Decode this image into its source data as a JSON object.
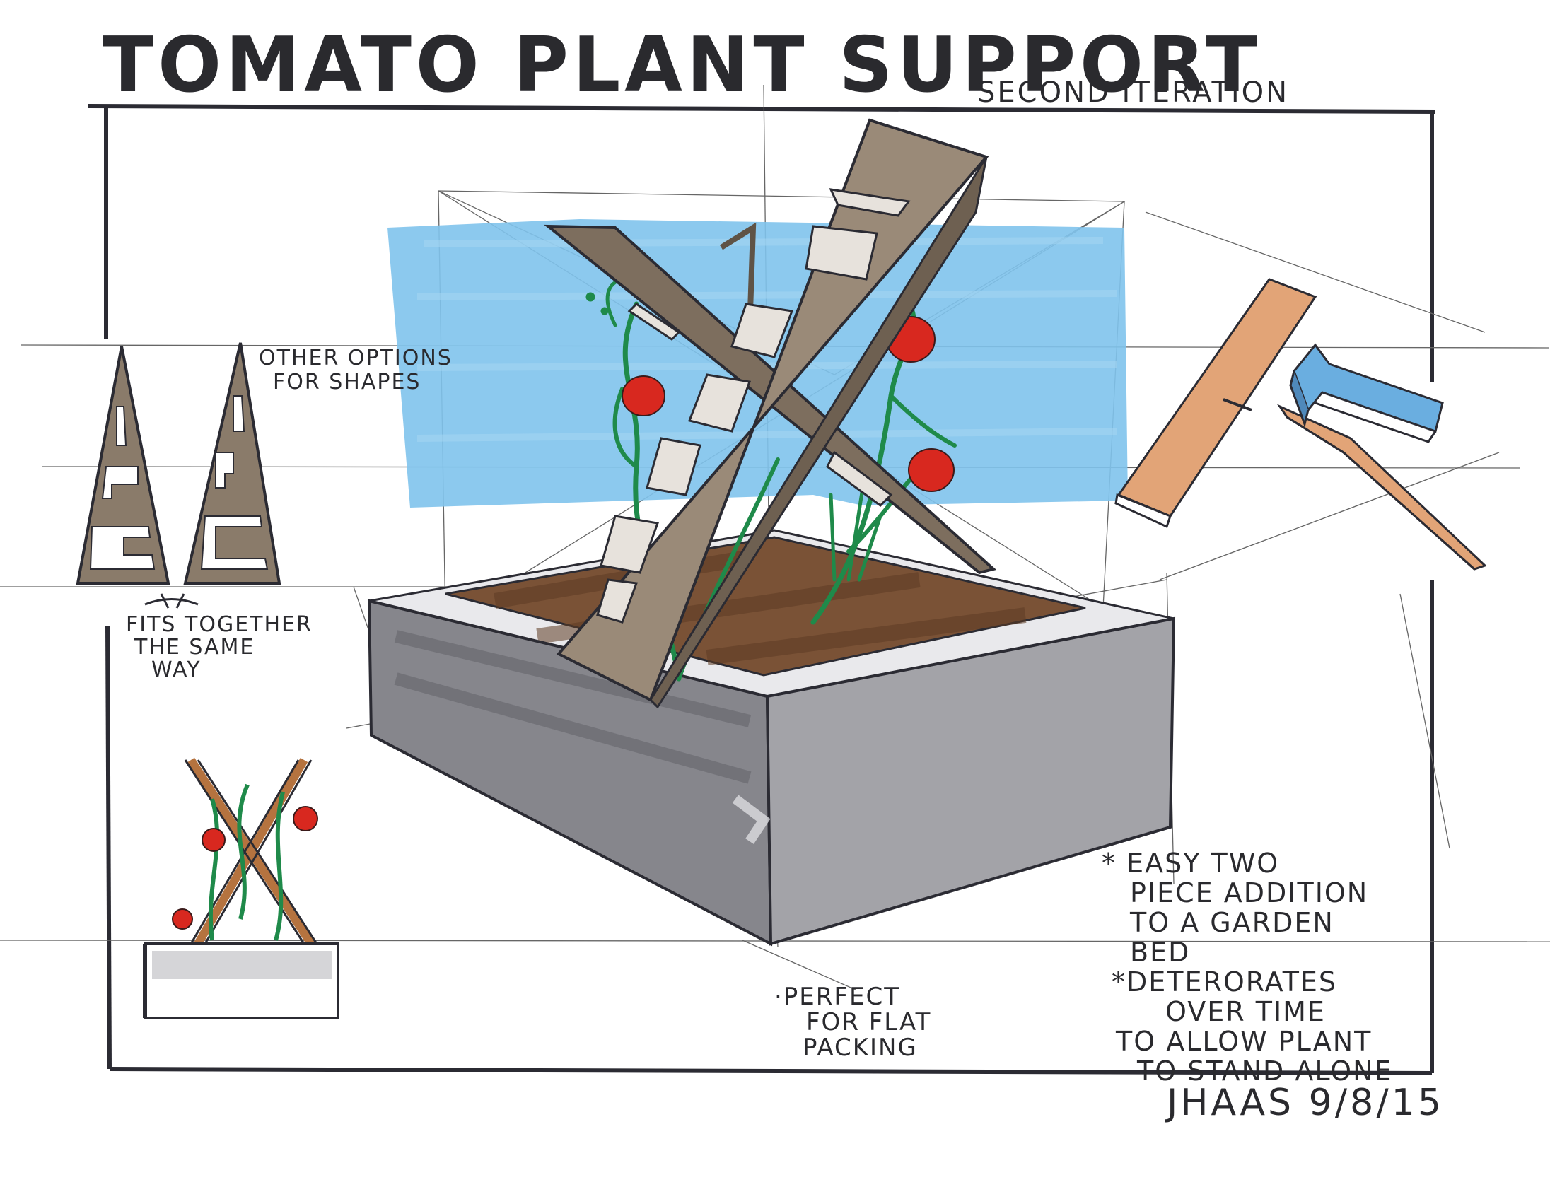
{
  "title": "TOMATO PLANT SUPPORT",
  "subtitle": "SECOND ITERATION",
  "notes": {
    "shapes_line1": "OTHER OPTIONS",
    "shapes_line2": "FOR SHAPES",
    "fits_line1": "FITS TOGETHER",
    "fits_line2": "THE SAME",
    "fits_line3": "WAY",
    "flat_line1": "·PERFECT",
    "flat_line2": "FOR FLAT",
    "flat_line3": "PACKING",
    "easy_line1": "* EASY TWO",
    "easy_line2": "PIECE ADDITION",
    "easy_line3": "TO A GARDEN",
    "easy_line4": "BED",
    "easy_line5": "*DETERORATES",
    "easy_line6": "OVER TIME",
    "easy_line7": "TO ALLOW PLANT",
    "easy_line8": "TO STAND ALONE"
  },
  "signature": "JHAAS 9/8/15",
  "colors": {
    "ink": "#2b2b33",
    "sky": "#7fc3ec",
    "wood": "#8a7b6a",
    "soil": "#7a5236",
    "planter": "#7c7c82",
    "plant": "#1f8a4a",
    "tomato": "#d8281f",
    "light_wood": "#e2a477",
    "arrow": "#6aaee0"
  }
}
